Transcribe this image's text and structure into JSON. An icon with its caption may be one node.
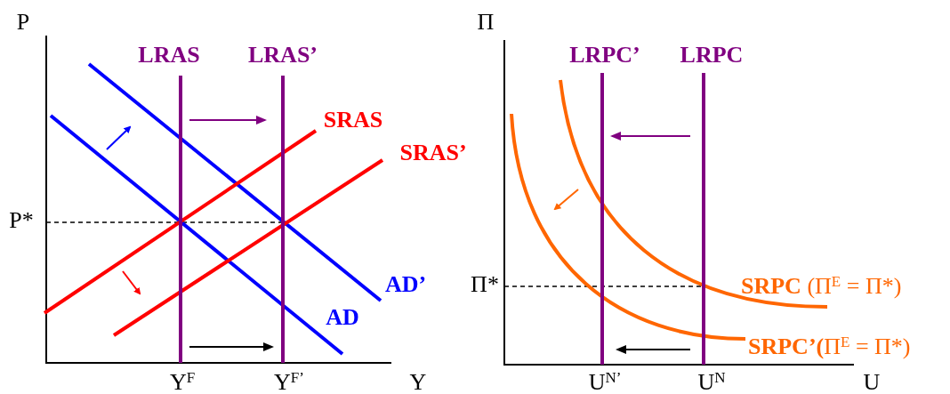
{
  "diagram": {
    "labels": [
      "P",
      "Π",
      "LRAS",
      "LRAS’",
      "LRPC’",
      "LRPC",
      "SRAS",
      "SRAS’",
      "P*",
      "AD’",
      "Π*",
      "**SRPC** (Π$^{E}$ = Π*)",
      "AD",
      "**SRPC’(**Π$^{E}$ = Π*)",
      "Y$^{F}$",
      "Y$^{F’}$",
      "Y",
      "U$^{N’}$",
      "U$^{N}$",
      "U"
    ]
  }
}
